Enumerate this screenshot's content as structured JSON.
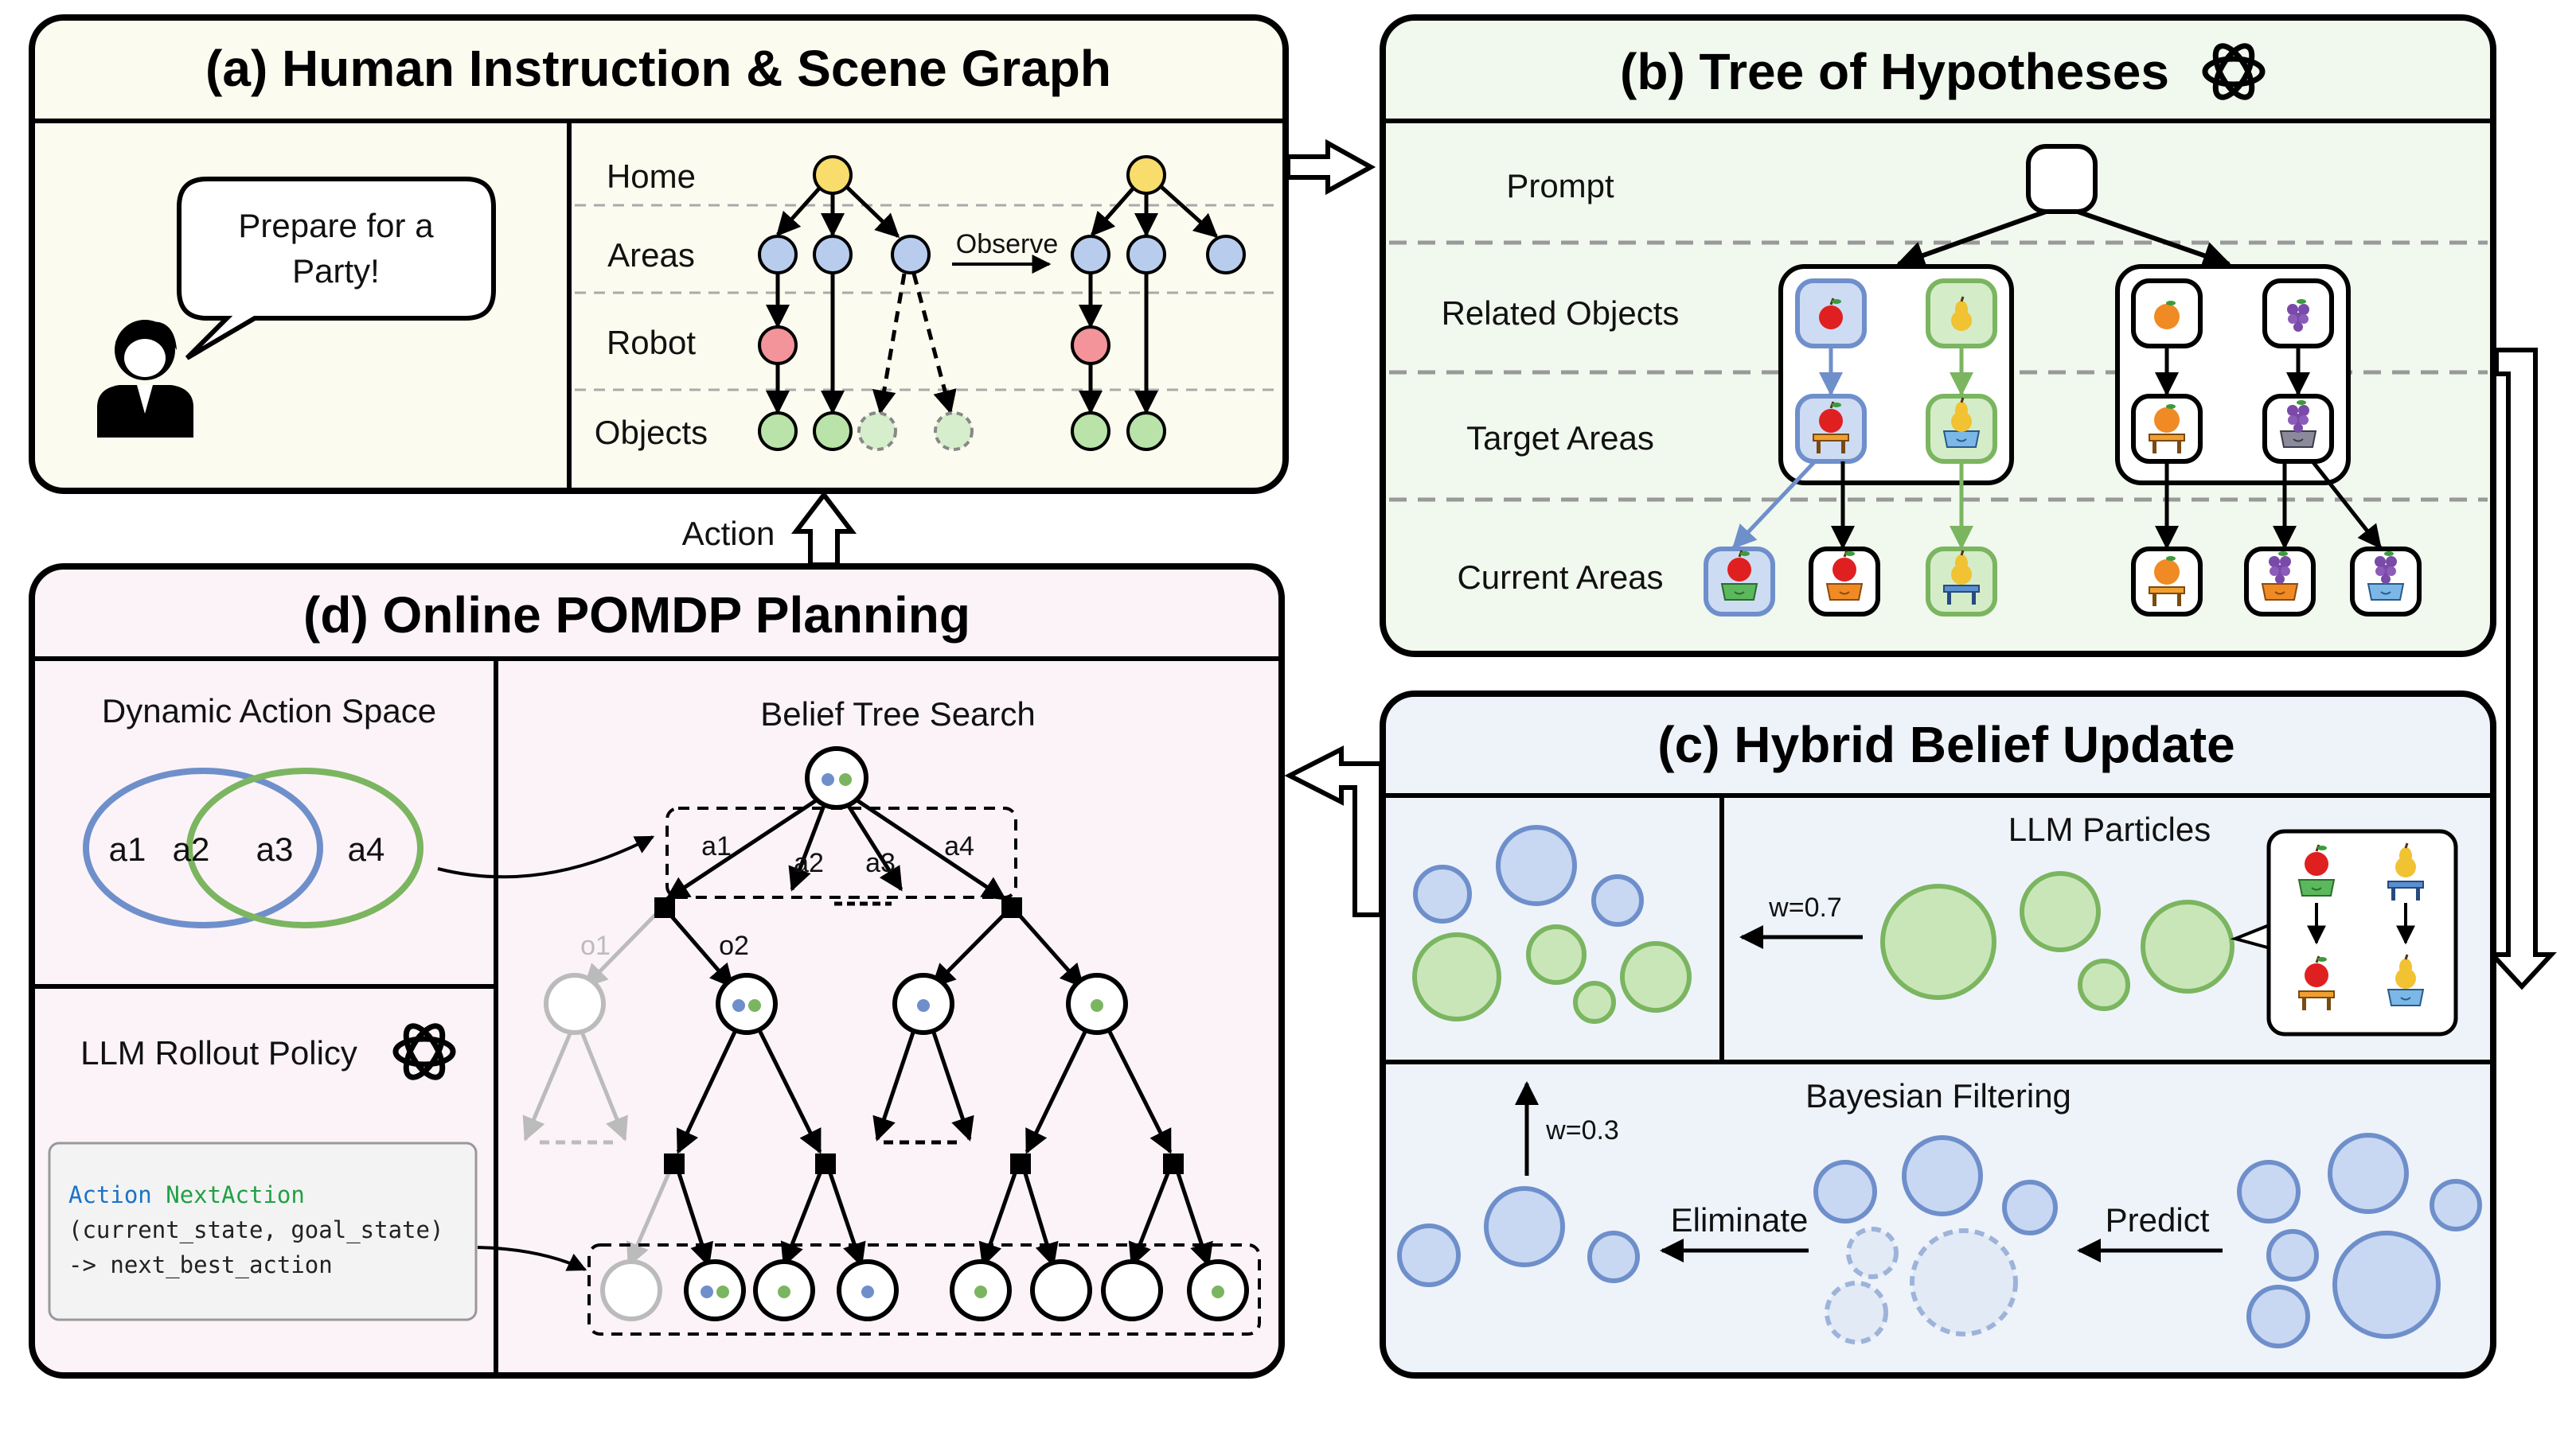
{
  "panel_a": {
    "title": "(a) Human Instruction & Scene Graph",
    "speech": [
      "Prepare for a",
      "Party!"
    ],
    "rows": [
      "Home",
      "Areas",
      "Robot",
      "Objects"
    ],
    "observe": "Observe"
  },
  "panel_b": {
    "title": "(b) Tree of Hypotheses",
    "rows": [
      "Prompt",
      "Related Objects",
      "Target Areas",
      "Current Areas"
    ]
  },
  "panel_c": {
    "title": "(c) Hybrid Belief Update",
    "llm_particles": "LLM Particles",
    "w_llm": "w=0.7",
    "bayesian": "Bayesian Filtering",
    "w_bayes": "w=0.3",
    "eliminate": "Eliminate",
    "predict": "Predict"
  },
  "panel_d": {
    "title": "(d) Online POMDP Planning",
    "das": "Dynamic Action Space",
    "actions": [
      "a1",
      "a2",
      "a3",
      "a4"
    ],
    "rollout": "LLM Rollout Policy",
    "code": {
      "kw": "Action",
      "fn": "NextAction",
      "line2": "(current_state, goal_state)",
      "line3": "-> next_best_action"
    },
    "bts": "Belief Tree Search",
    "obs": [
      "o1",
      "o2"
    ]
  },
  "action_label": "Action",
  "colors": {
    "yellow": "#f8dc6c",
    "blue": "#b8cdee",
    "blue_stroke": "#6f8fcb",
    "red": "#f3939a",
    "green": "#b9e3a8",
    "green_stroke": "#7bb560",
    "gray": "#c8c8c8"
  },
  "icons": [
    "gpt-logo-icon",
    "person-icon",
    "apple-icon",
    "pear-icon",
    "orange-icon",
    "grape-icon",
    "table-icon",
    "box-icon"
  ]
}
